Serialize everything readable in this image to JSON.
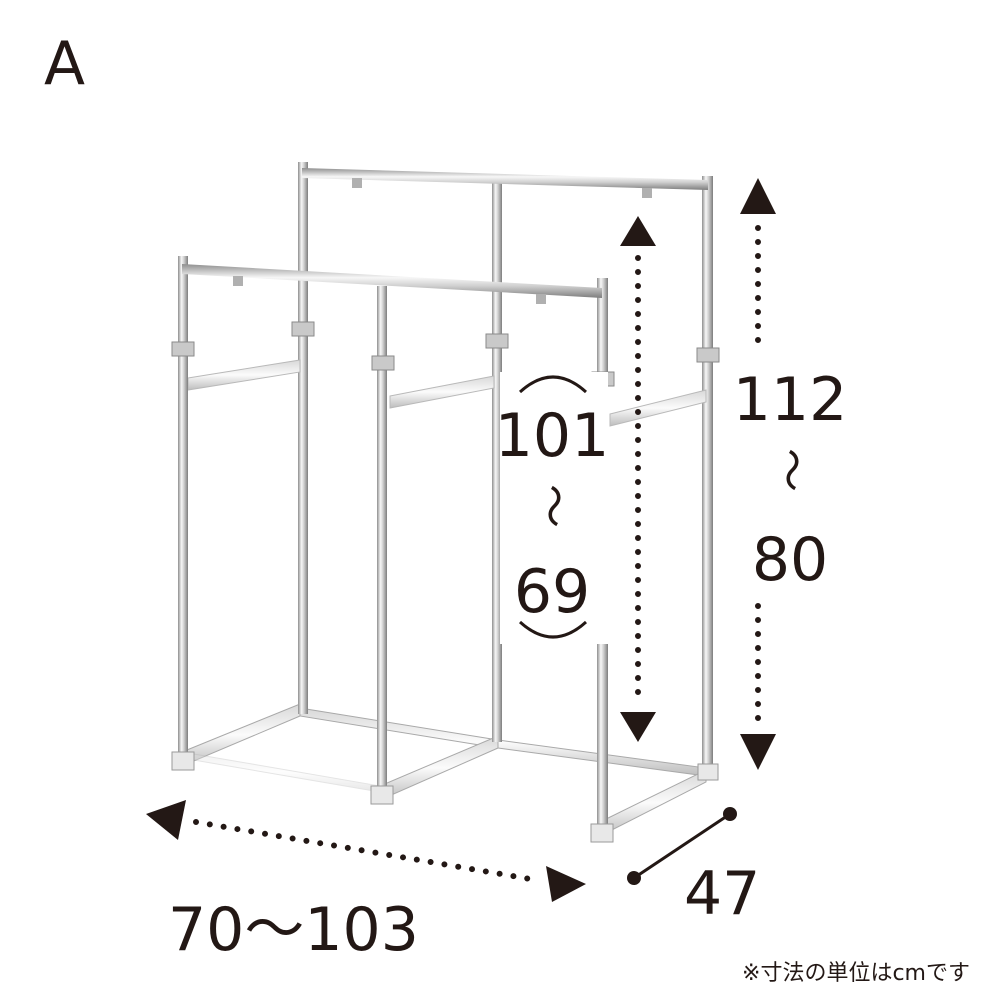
{
  "variant_label": "A",
  "dimensions": {
    "width_range": "70〜103",
    "depth": "47",
    "front_height_max": "101",
    "front_height_min": "69",
    "back_height_max": "112",
    "back_height_min": "80",
    "range_sign": "〜"
  },
  "note": "※寸法の単位はcmです",
  "colors": {
    "ink": "#231815",
    "chrome_light": "#f4f4f4",
    "chrome_dark": "#9a9a9a"
  }
}
